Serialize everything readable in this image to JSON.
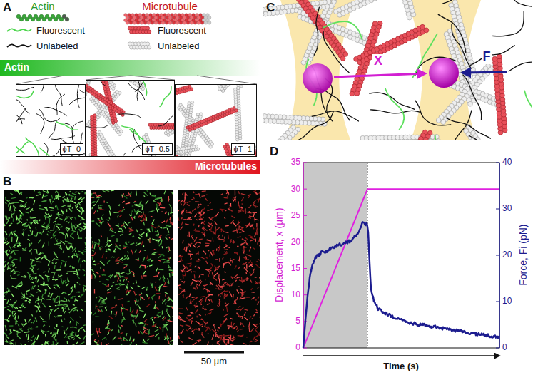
{
  "diagram": {
    "nodes": [
      {
        "text": [
          "ϕT=0"
        ]
      },
      {
        "text": [
          "ϕT=0.5"
        ]
      },
      {
        "text": [
          "ϕT=1"
        ]
      }
    ],
    "labels": [
      "A",
      "Actin",
      "Microtubule",
      "Actin",
      "Microtubules",
      "B",
      "50 µm",
      "C",
      "X",
      "F",
      "D",
      "Displacement, x (µm)",
      "Force, Fi (pN)",
      "Time (s)",
      "0",
      "5",
      "10",
      "15",
      "20",
      "25",
      "30",
      "35",
      "0",
      "10",
      "20",
      "30",
      "40"
    ],
    "legend": [
      {
        "text": "Fluorescent"
      },
      {
        "text": "Unlabeled"
      },
      {
        "text": "Fluorescent"
      },
      {
        "text": "Unlabeled"
      }
    ]
  }
}
